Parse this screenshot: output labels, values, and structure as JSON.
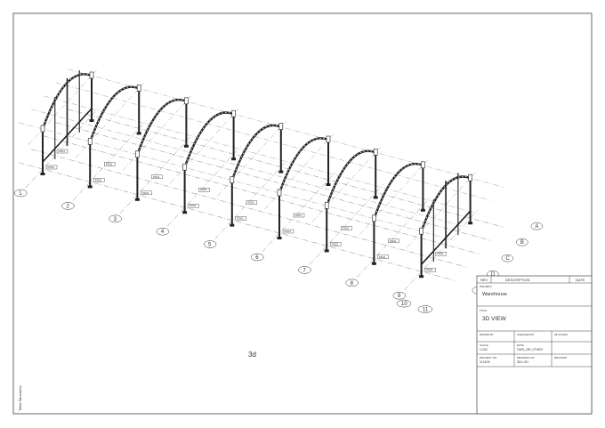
{
  "view_label": "3d",
  "side_note": "Tekla Structures",
  "grid_numbers": [
    "1",
    "2",
    "3",
    "4",
    "5",
    "6",
    "7",
    "8",
    "9",
    "10",
    "11"
  ],
  "grid_letters": [
    "A",
    "B",
    "C",
    "D",
    "E"
  ],
  "member_tag": "PD01",
  "title_block": {
    "rev_header": "REV",
    "description_header": "DESCRIPTION",
    "date_header": "DATE",
    "project_caption": "PROJECT",
    "project_name": "Warehouse",
    "title_caption": "TITLE",
    "title": "3D VIEW",
    "drawn_by_label": "DRAWN BY",
    "checked_by_label": "CHECKED BY",
    "date_label": "09.03.2023",
    "scale_label": "SCALE",
    "scale_value": "1:200",
    "sheet_label": "DATE",
    "sheet_value": "DWG_NR_0THER",
    "project_no_label": "PROJECT NO",
    "project_no_value": "113105",
    "drawing_no_label": "DRAWING NO",
    "drawing_no_value": "3D1-OH",
    "revision_label": "REVISION"
  }
}
